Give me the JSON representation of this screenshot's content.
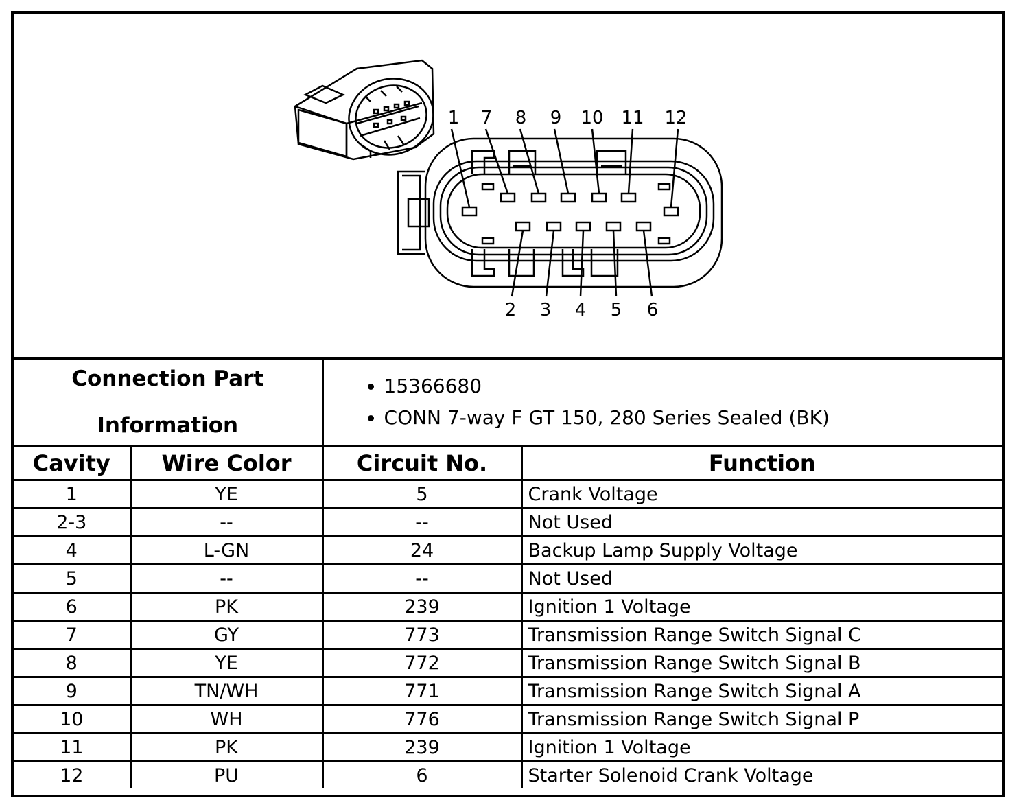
{
  "diagram": {
    "top_pin_labels": [
      "1",
      "7",
      "8",
      "9",
      "10",
      "11",
      "12"
    ],
    "bottom_pin_labels": [
      "2",
      "3",
      "4",
      "5",
      "6"
    ]
  },
  "connection_info": {
    "label_line1": "Connection Part",
    "label_line2": "Information",
    "items": [
      "15366680",
      "CONN 7-way F GT 150, 280 Series Sealed (BK)"
    ]
  },
  "table": {
    "headers": [
      "Cavity",
      "Wire Color",
      "Circuit No.",
      "Function"
    ],
    "rows": [
      [
        "1",
        "YE",
        "5",
        "Crank Voltage"
      ],
      [
        "2-3",
        "--",
        "--",
        "Not Used"
      ],
      [
        "4",
        "L-GN",
        "24",
        "Backup Lamp Supply Voltage"
      ],
      [
        "5",
        "--",
        "--",
        "Not Used"
      ],
      [
        "6",
        "PK",
        "239",
        "Ignition 1 Voltage"
      ],
      [
        "7",
        "GY",
        "773",
        "Transmission Range Switch Signal C"
      ],
      [
        "8",
        "YE",
        "772",
        "Transmission Range Switch Signal B"
      ],
      [
        "9",
        "TN/WH",
        "771",
        "Transmission Range Switch Signal A"
      ],
      [
        "10",
        "WH",
        "776",
        "Transmission Range Switch Signal P"
      ],
      [
        "11",
        "PK",
        "239",
        "Ignition 1 Voltage"
      ],
      [
        "12",
        "PU",
        "6",
        "Starter Solenoid Crank Voltage"
      ]
    ]
  }
}
